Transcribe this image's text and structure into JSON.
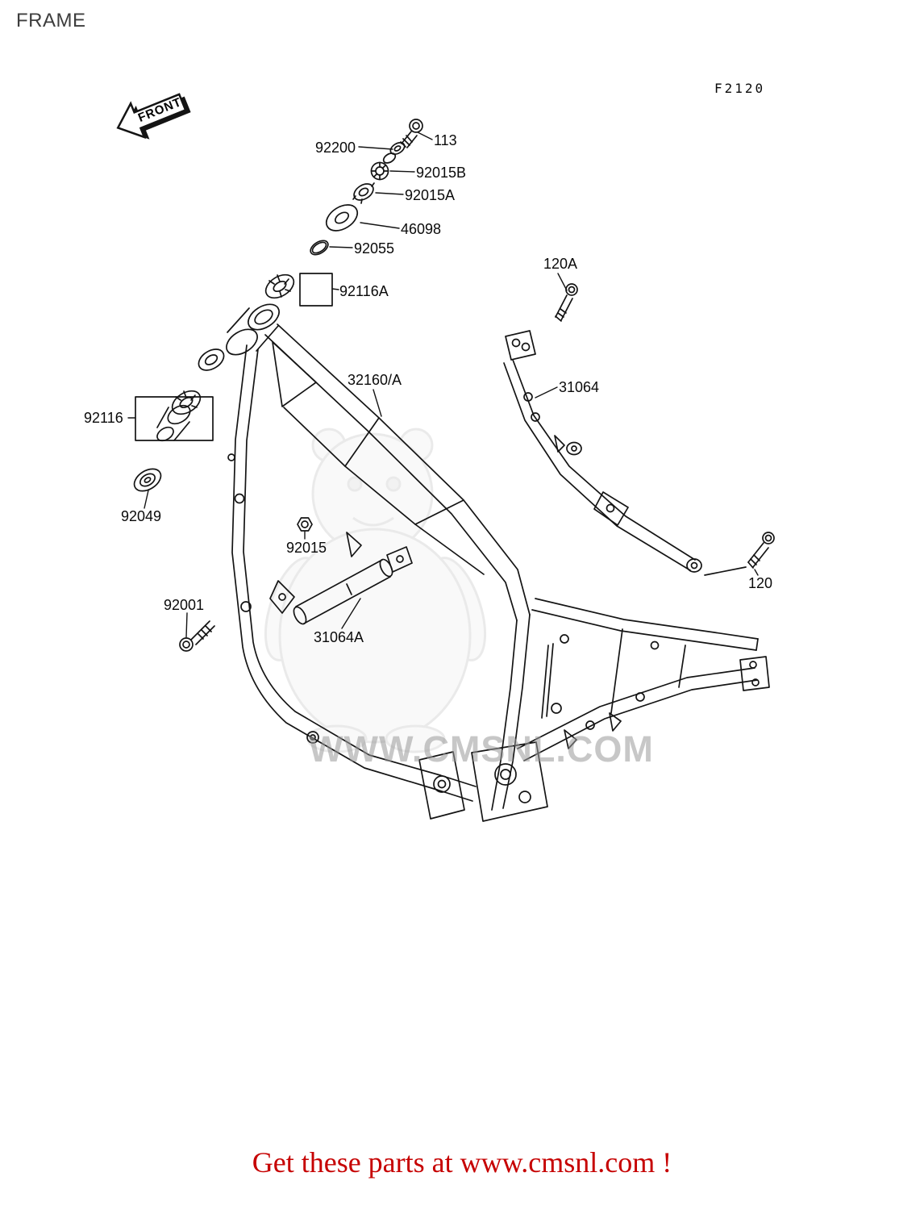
{
  "page": {
    "title": "FRAME",
    "figure_code": "F2120",
    "background_color": "#ffffff",
    "line_color": "#141414"
  },
  "front_arrow": {
    "label": "FRONT"
  },
  "watermark": {
    "text": "WWW.CMSNL.COM",
    "color": "#9b9b9b"
  },
  "footer": {
    "text": "Get these parts at www.cmsnl.com !",
    "color": "#c60000"
  },
  "labels": [
    {
      "text": "92200"
    },
    {
      "text": "113"
    },
    {
      "text": "92015B"
    },
    {
      "text": "92015A"
    },
    {
      "text": "46098"
    },
    {
      "text": "92055"
    },
    {
      "text": "92116A"
    },
    {
      "text": "120A"
    },
    {
      "text": "32160/A"
    },
    {
      "text": "31064"
    },
    {
      "text": "92116"
    },
    {
      "text": "92049"
    },
    {
      "text": "92015"
    },
    {
      "text": "92001"
    },
    {
      "text": "31064A"
    },
    {
      "text": "120"
    }
  ]
}
